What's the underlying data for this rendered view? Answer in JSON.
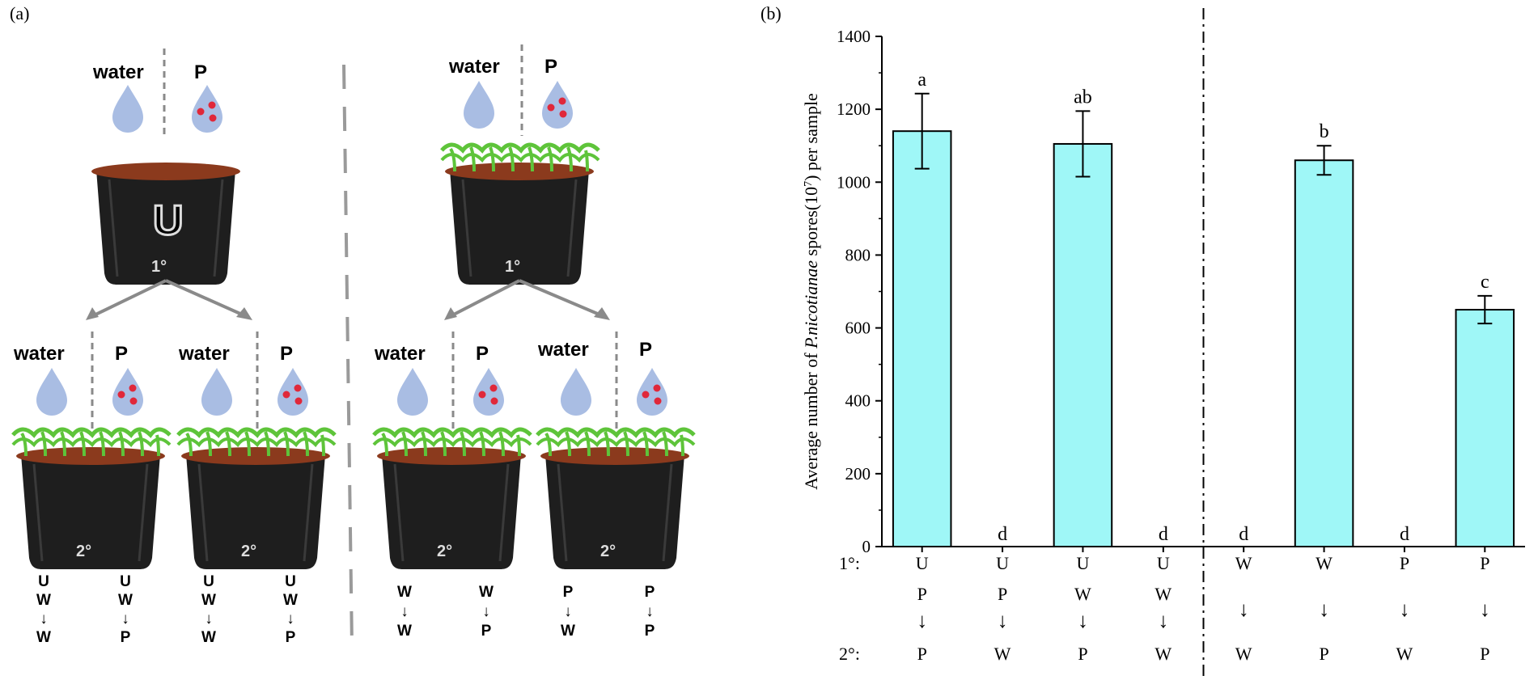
{
  "panel_a": {
    "label": "(a)",
    "left_top": {
      "water": "water",
      "p": "P",
      "pot_letter": "U",
      "stage": "1°"
    },
    "right_top": {
      "water": "water",
      "p": "P",
      "stage": "1°"
    },
    "bottom_pots": [
      {
        "water": "water",
        "p": "P",
        "stage": "2°",
        "seq_left": [
          "U",
          "W",
          "↓",
          "W"
        ],
        "seq_right": [
          "U",
          "W",
          "↓",
          "P"
        ]
      },
      {
        "water": "water",
        "p": "P",
        "stage": "2°",
        "seq_left": [
          "U",
          "W",
          "↓",
          "W"
        ],
        "seq_right": [
          "U",
          "W",
          "↓",
          "P"
        ]
      },
      {
        "water": "water",
        "p": "P",
        "stage": "2°",
        "seq_left": [
          "W",
          "↓",
          "W"
        ],
        "seq_right": [
          "W",
          "↓",
          "P"
        ]
      },
      {
        "water": "water",
        "p": "P",
        "stage": "2°",
        "seq_left": [
          "P",
          "↓",
          "W"
        ],
        "seq_right": [
          "P",
          "↓",
          "P"
        ]
      }
    ],
    "colors": {
      "droplet": "#a9bde3",
      "spore": "#e0283a",
      "seedling": "#5ec43a",
      "soil": "#8b3a1d",
      "pot": "#1e1e1e",
      "arrow": "#8a8a8a"
    }
  },
  "panel_b": {
    "label": "(b)"
  },
  "chart_data": {
    "type": "bar",
    "ylabel_prefix": "Average number of ",
    "ylabel_italic": "P.nicotianae",
    "ylabel_mid": " spores(10",
    "ylabel_sup": "7",
    "ylabel_suffix": ") per sample",
    "ylim": [
      0,
      1400
    ],
    "yticks": [
      "0",
      "200",
      "400",
      "600",
      "800",
      "1000",
      "1200",
      "1400"
    ],
    "row1_label": "1°:",
    "row2_label": "2°:",
    "arrow_glyph": "↓",
    "bar_color": "#9ff7f7",
    "bars": [
      {
        "value": 1140,
        "error": 103,
        "letter": "a",
        "first": "U",
        "mid": "P",
        "second": "P"
      },
      {
        "value": 0,
        "error": 0,
        "letter": "d",
        "first": "U",
        "mid": "P",
        "second": "W"
      },
      {
        "value": 1105,
        "error": 90,
        "letter": "ab",
        "first": "U",
        "mid": "W",
        "second": "P"
      },
      {
        "value": 0,
        "error": 0,
        "letter": "d",
        "first": "U",
        "mid": "W",
        "second": "W"
      },
      {
        "value": 0,
        "error": 0,
        "letter": "d",
        "first": "W",
        "mid": "",
        "second": "W"
      },
      {
        "value": 1060,
        "error": 40,
        "letter": "b",
        "first": "W",
        "mid": "",
        "second": "P"
      },
      {
        "value": 0,
        "error": 0,
        "letter": "d",
        "first": "P",
        "mid": "",
        "second": "W"
      },
      {
        "value": 650,
        "error": 38,
        "letter": "c",
        "first": "P",
        "mid": "",
        "second": "P"
      }
    ],
    "divider_after_index": 3
  }
}
